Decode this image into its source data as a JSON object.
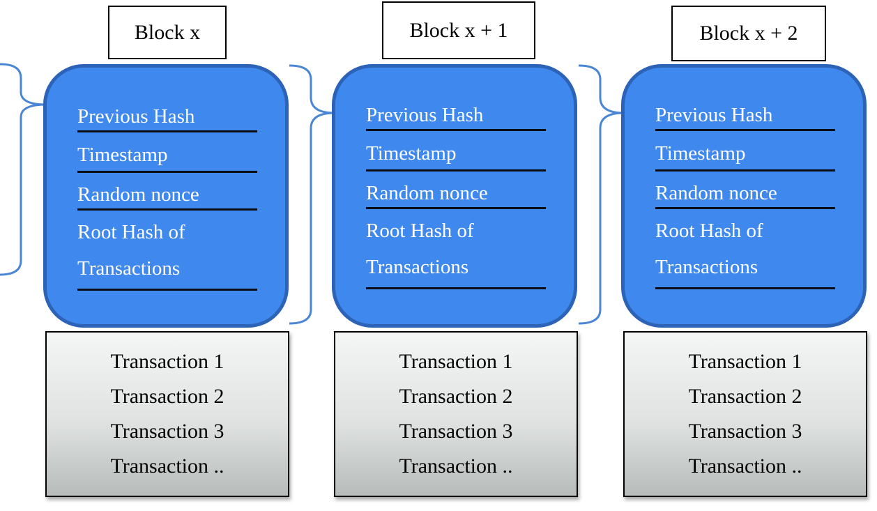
{
  "colors": {
    "header_fill": "#3f88ed",
    "header_border": "#2c63b6",
    "bracket": "#4a86d4",
    "field_text": "#ffffff",
    "divider": "#0c0c14"
  },
  "blocks": [
    {
      "label": "Block x",
      "fields": {
        "previous_hash": "Previous Hash",
        "timestamp": "Timestamp",
        "nonce": "Random nonce",
        "root_hash_line1": "Root Hash of",
        "root_hash_line2": "Transactions"
      },
      "transactions": [
        "Transaction 1",
        "Transaction 2",
        "Transaction 3",
        "Transaction .."
      ]
    },
    {
      "label": "Block x + 1",
      "fields": {
        "previous_hash": "Previous Hash",
        "timestamp": "Timestamp",
        "nonce": "Random nonce",
        "root_hash_line1": "Root Hash of",
        "root_hash_line2": "Transactions"
      },
      "transactions": [
        "Transaction 1",
        "Transaction 2",
        "Transaction 3",
        "Transaction .."
      ]
    },
    {
      "label": "Block x + 2",
      "fields": {
        "previous_hash": "Previous Hash",
        "timestamp": "Timestamp",
        "nonce": "Random nonce",
        "root_hash_line1": "Root Hash of",
        "root_hash_line2": "Transactions"
      },
      "transactions": [
        "Transaction 1",
        "Transaction 2",
        "Transaction 3",
        "Transaction .."
      ]
    }
  ]
}
